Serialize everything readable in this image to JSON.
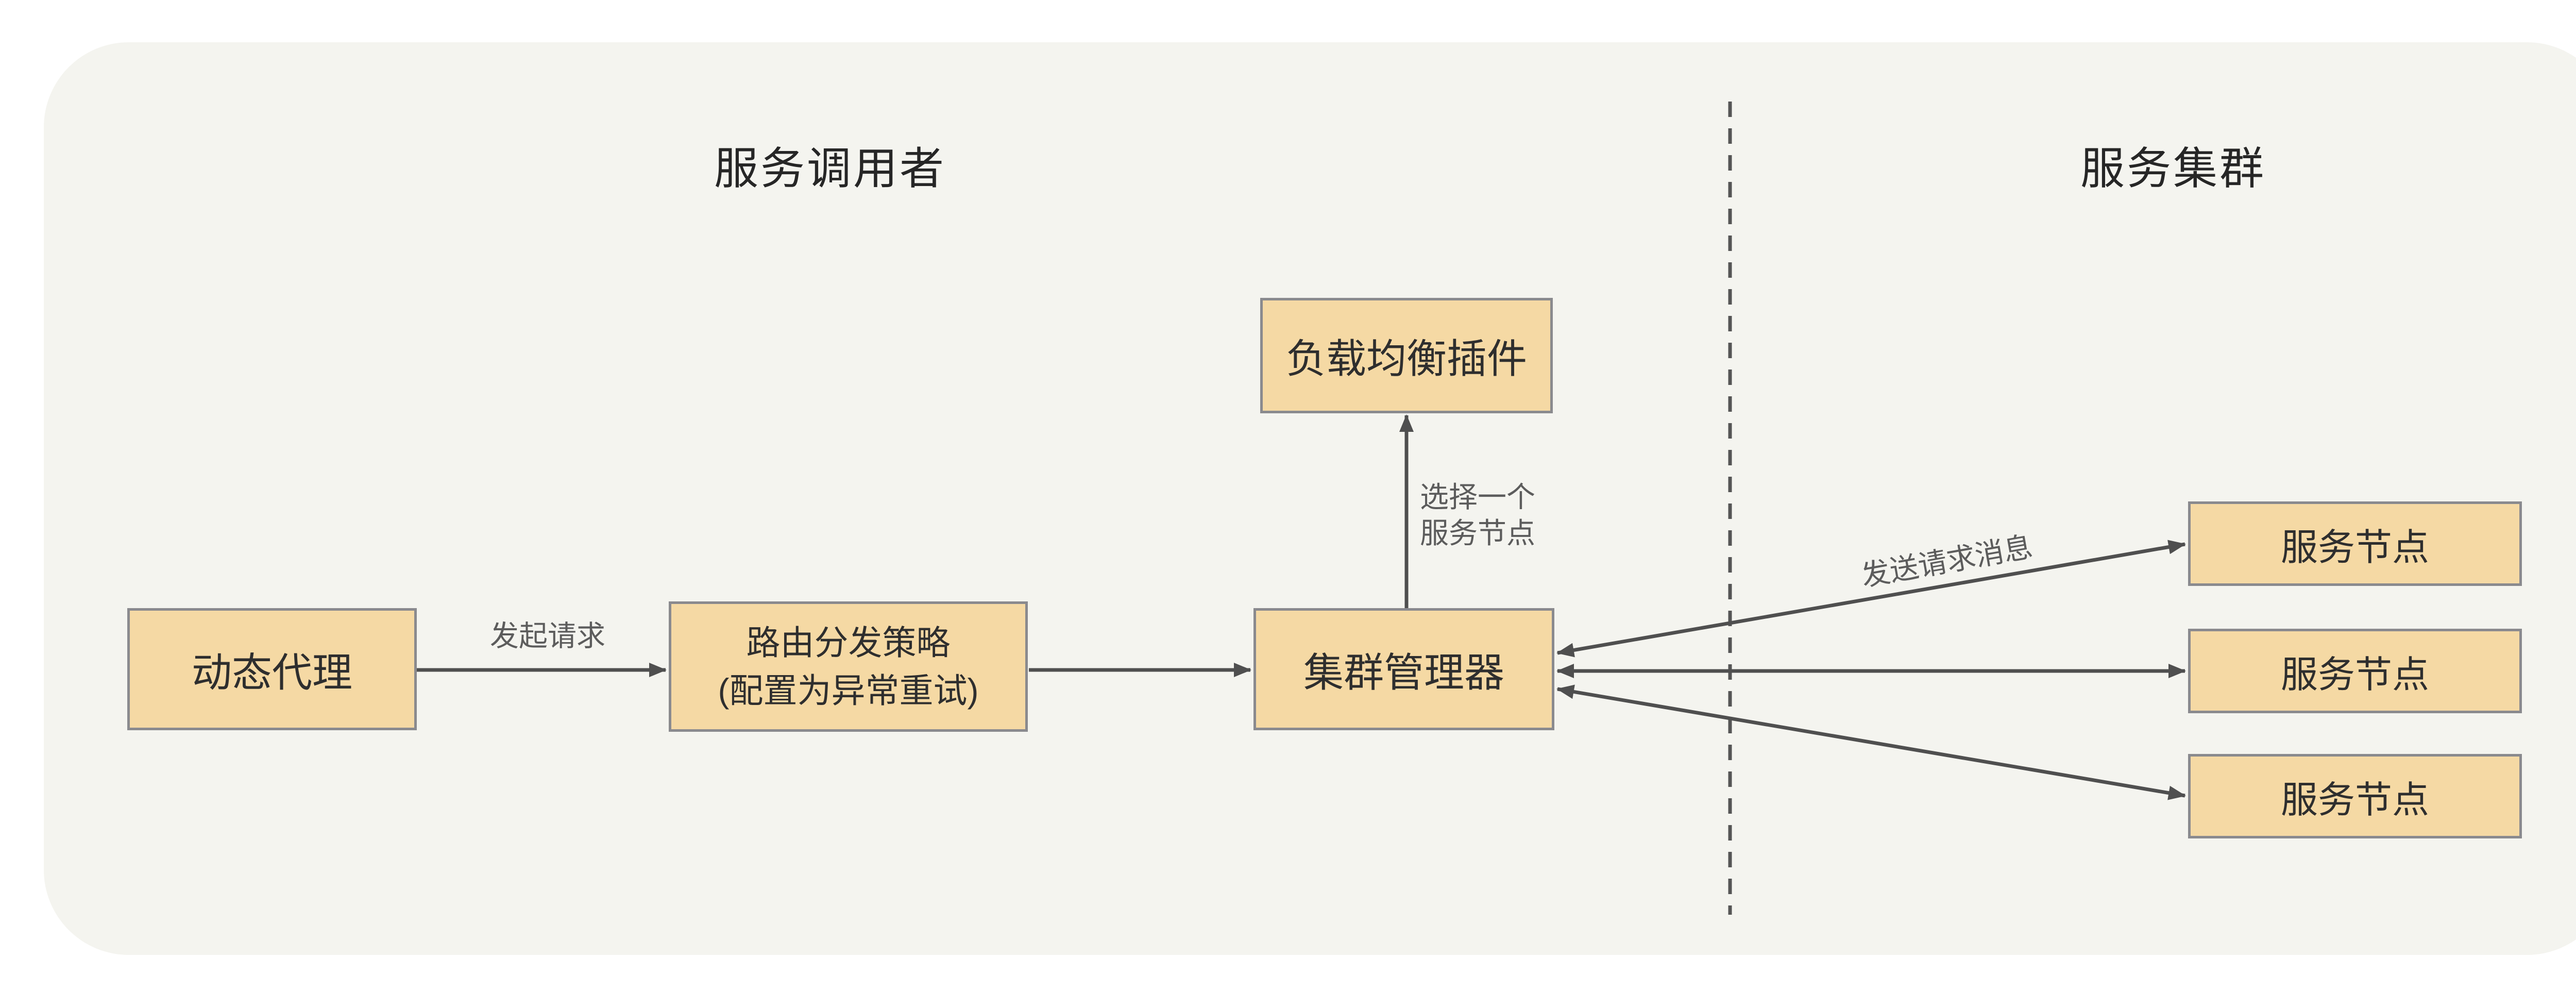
{
  "sections": {
    "left_title": "服务调用者",
    "right_title": "服务集群"
  },
  "nodes": {
    "dynamic_proxy": {
      "label": "动态代理"
    },
    "routing_strategy": {
      "line1": "路由分发策略",
      "line2": "(配置为异常重试)"
    },
    "cluster_manager": {
      "label": "集群管理器"
    },
    "load_balancer_plugin": {
      "label": "负载均衡插件"
    },
    "service_nodes": [
      {
        "label": "服务节点"
      },
      {
        "label": "服务节点"
      },
      {
        "label": "服务节点"
      }
    ]
  },
  "edges": {
    "initiate_request": {
      "label": "发起请求"
    },
    "choose_node": {
      "line1": "选择一个",
      "line2": "服务节点"
    },
    "send_request_message": {
      "label": "发送请求消息"
    }
  },
  "colors": {
    "node_fill": "#f5d9a4",
    "node_border": "#8a8a8e",
    "arrow": "#4f4f4f",
    "label_text": "#5c5c5c",
    "node_text": "#2e2e2e",
    "title_text": "#262626",
    "canvas_bg": "#f4f4ef",
    "divider": "#555555",
    "page_bg": "#ffffff"
  }
}
